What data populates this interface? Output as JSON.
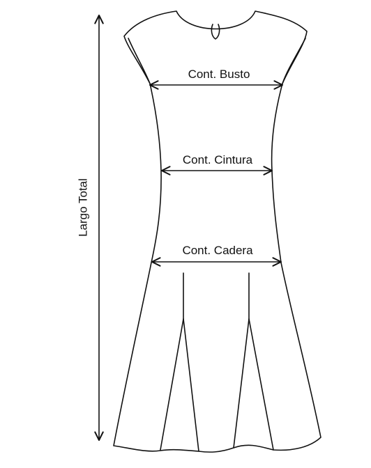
{
  "diagram": {
    "labels": {
      "total_length": "Largo Total",
      "bust": "Cont. Busto",
      "waist": "Cont. Cintura",
      "hip": "Cont. Cadera"
    },
    "line_color": "#111111",
    "background": "#ffffff"
  }
}
